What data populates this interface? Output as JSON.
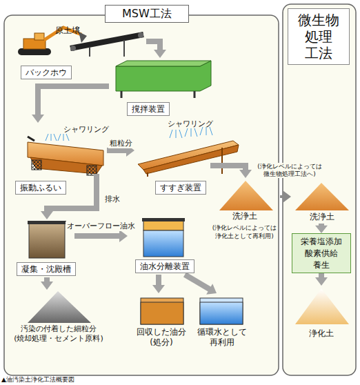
{
  "diagram": {
    "caption": "▲油汚染土浄化工法概要図",
    "nodes": [
      {
        "text": [
          "MSW工法"
        ]
      },
      {
        "text": [
          "微生物 処理 工法"
        ]
      },
      {
        "text": [
          "バックホウ"
        ],
        "in": 0
      },
      {
        "text": [
          "撹拌装置"
        ],
        "in": 0
      },
      {
        "text": [
          "振動ふるい"
        ],
        "in": 0
      },
      {
        "text": [
          "すすぎ装置"
        ],
        "in": 0
      },
      {
        "text": [
          "洗浄土",
          "(浄化レベルによっては 浄化土として再利用)"
        ],
        "in": 0
      },
      {
        "text": [
          "凝集・沈殿槽"
        ],
        "in": 0
      },
      {
        "text": [
          "油水分離装置"
        ],
        "in": 0
      },
      {
        "text": [
          "汚染の付着した細粒分 (焼却処理・セメント原料)"
        ],
        "in": 0
      },
      {
        "text": [
          "回収した油分 (処分)"
        ],
        "in": 0
      },
      {
        "text": [
          "循環水として 再利用"
        ],
        "in": 0
      },
      {
        "text": [
          "洗浄土"
        ],
        "in": 1
      },
      {
        "text": [
          "栄養塩添加 酸素供給 養生"
        ],
        "in": 1
      },
      {
        "text": [
          "浄化土"
        ],
        "in": 1
      }
    ],
    "edges": [
      {
        "from": 2,
        "to": 3,
        "arrow": "to"
      },
      {
        "from": 3,
        "to": 4,
        "arrow": "to"
      },
      {
        "from": 4,
        "to": 5,
        "label": "粗粒分",
        "arrow": "to"
      },
      {
        "from": 4,
        "to": 7,
        "label": "排水",
        "arrow": "to"
      },
      {
        "from": 7,
        "to": 8,
        "label": "オーバーフロー油水",
        "arrow": "to"
      },
      {
        "from": 7,
        "to": 9,
        "arrow": "to"
      },
      {
        "from": 8,
        "to": 10,
        "arrow": "to"
      },
      {
        "from": 8,
        "to": 11,
        "arrow": "to"
      },
      {
        "from": 5,
        "to": 6,
        "arrow": "to"
      },
      {
        "from": 6,
        "to": 12,
        "label": "(浄化レベルによっては 微生物処理工法へ)",
        "arrow": "to"
      },
      {
        "from": 12,
        "to": 13,
        "arrow": "to"
      },
      {
        "from": 13,
        "to": 14,
        "arrow": "to"
      }
    ],
    "labels": [
      "原土壌",
      "シャワリング",
      "シャワリング"
    ]
  }
}
